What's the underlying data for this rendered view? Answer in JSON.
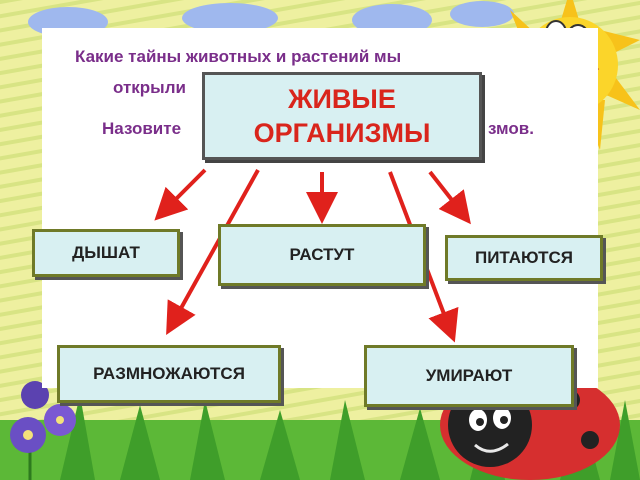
{
  "question": {
    "line1": "Какие тайны животных и растений мы",
    "line2": "открыли",
    "line3_start": "Назовите",
    "line3_end": "змов."
  },
  "main_box": {
    "line1": "ЖИВЫЕ",
    "line2": "ОРГАНИЗМЫ"
  },
  "boxes": {
    "breathe": "ДЫШАТ",
    "grow": "РАСТУТ",
    "eat": "ПИТАЮТСЯ",
    "reproduce": "РАЗМНОЖАЮТСЯ",
    "die": "УМИРАЮТ"
  },
  "colors": {
    "arrow": "#e0211c",
    "title": "#d9251c",
    "question": "#7a2e8a",
    "box_fill": "#d8f0f2",
    "box_border": "#6f7a28"
  }
}
